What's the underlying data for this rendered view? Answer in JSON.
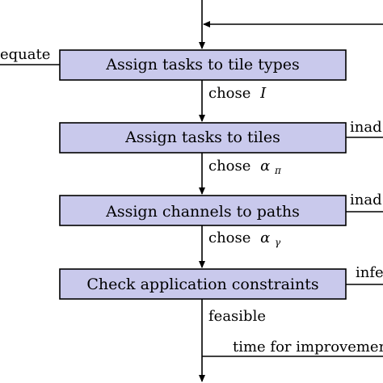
{
  "flowchart": {
    "boxes": [
      {
        "label": "Assign tasks to tile types"
      },
      {
        "label": "Assign tasks to tiles"
      },
      {
        "label": "Assign channels to paths"
      },
      {
        "label": "Check application constraints"
      }
    ],
    "edge_labels": {
      "chose_i": {
        "word": "chose",
        "symbol": "I"
      },
      "chose_alpha_pi": {
        "word": "chose",
        "symbol": "α",
        "sub": "π"
      },
      "chose_alpha_gamma": {
        "word": "chose",
        "symbol": "α",
        "sub": "γ"
      },
      "feasible": "feasible",
      "time_for_improvement": "time for improvemen"
    },
    "side_labels": {
      "left_inadequate": "equate",
      "right_tiles": "inad",
      "right_paths": "inad",
      "right_constraints": "infe"
    }
  }
}
